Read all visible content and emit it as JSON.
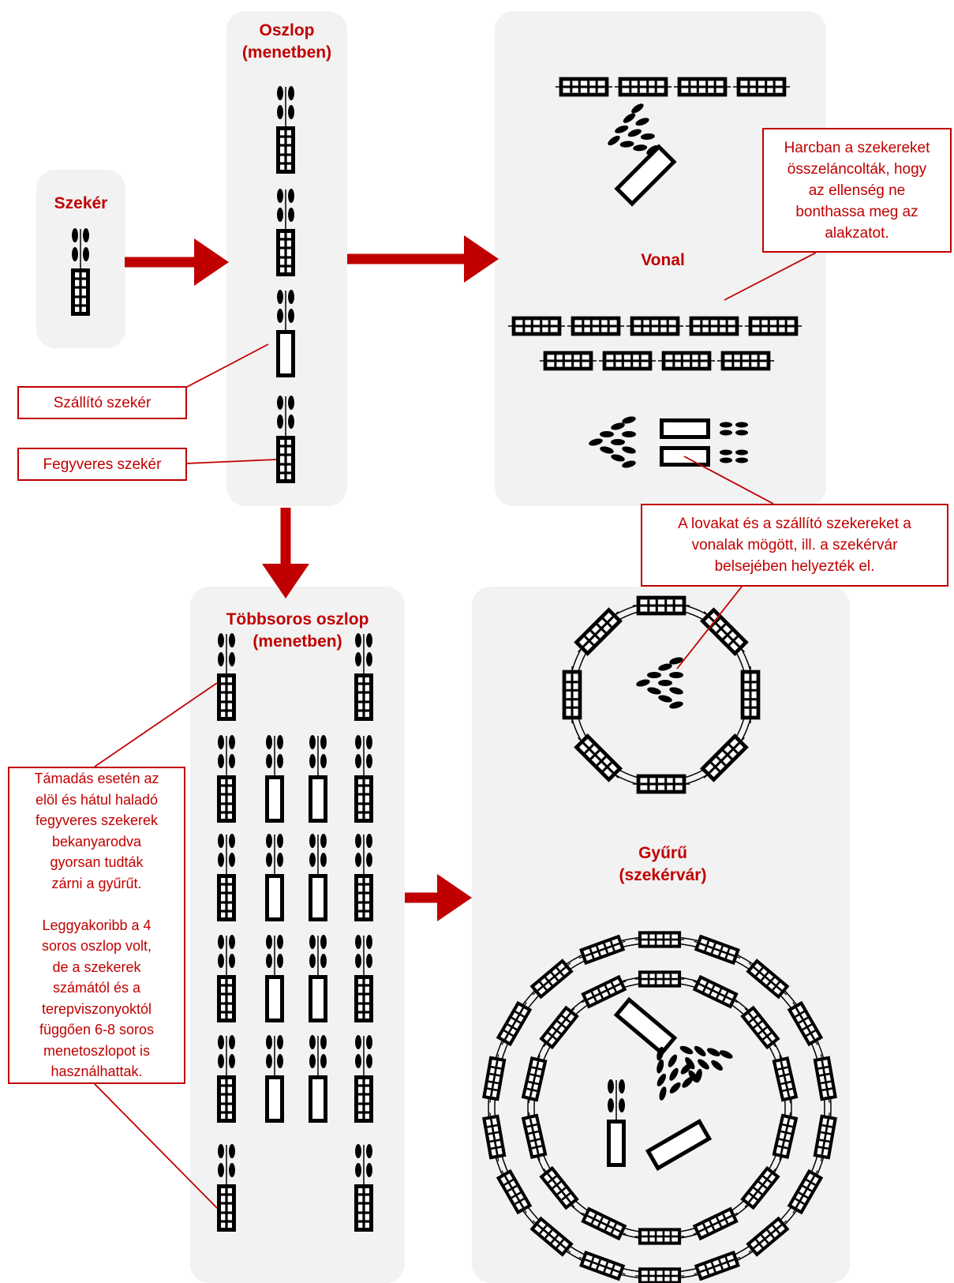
{
  "titles": {
    "szeker": "Szekér",
    "oszlop": "Oszlop\n(menetben)",
    "vonal": "Vonal",
    "tobbsoros": "Többsoros oszlop\n(menetben)",
    "gyuru": "Gyűrű\n(szekérvár)"
  },
  "callouts": {
    "szallito": "Szállító szekér",
    "fegyveres": "Fegyveres szekér",
    "harcban": "Harcban a szekereket\nösszeláncolták, hogy\naz ellenség ne\nbonthassa meg az\nalakzatot.",
    "lovakat": "A lovakat és a szállító szekereket a\nvonalak mögött, ill. a szekérvár\nbelsejében helyezték el.",
    "tamadas": "Támadás esetén az\nelöl és hátul haladó\nfegyveres szekerek\nbekanyarodva\ngyorsan tudták\nzárni a gyűrűt.\n\nLeggyakoribb a 4\nsoros oszlop volt,\nde a szekerek\nszámától és a\nterepviszonyoktól\nfüggően 6-8 soros\nmenetoszlopot is\nhasználhattak."
  },
  "colors": {
    "accent": "#c00000",
    "panel": "#f2f2f2",
    "wagon": "#000000"
  }
}
